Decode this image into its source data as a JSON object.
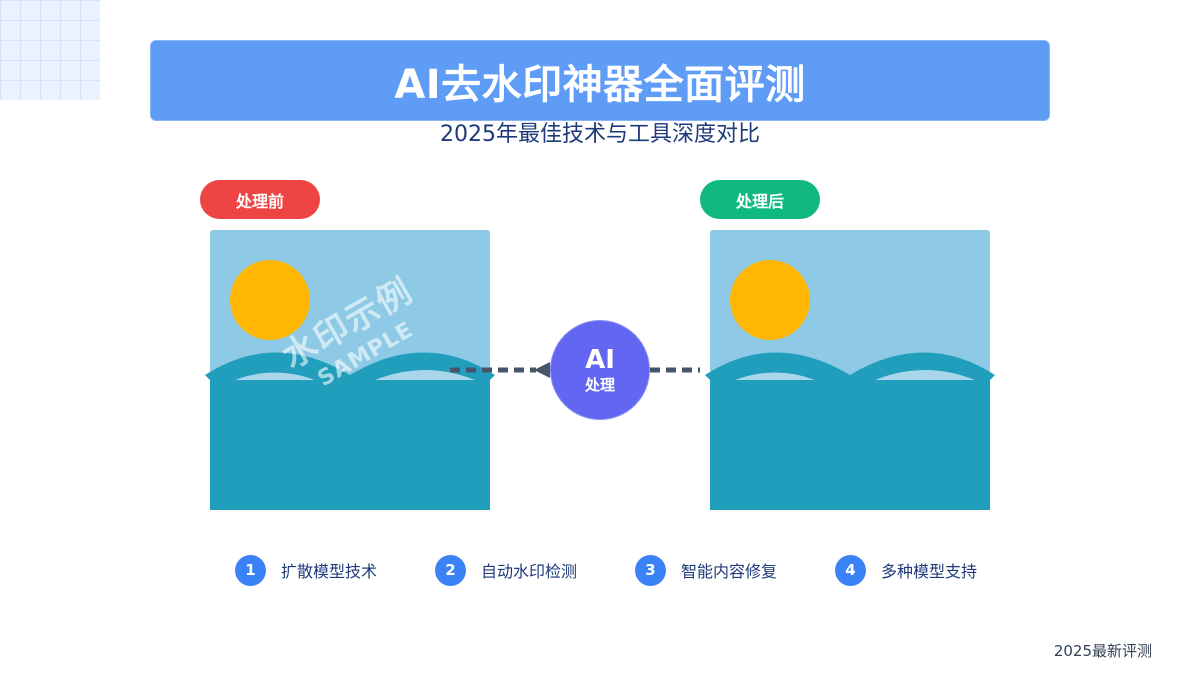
{
  "slide": {
    "title": "AI去水印神器全面评测",
    "subtitle": "2025年最佳技术与工具深度对比",
    "footer": "2025最新评测"
  },
  "comparison": {
    "before_label": "处理前",
    "after_label": "处理后",
    "watermark_cn": "水印示例",
    "watermark_en": "SAMPLE",
    "ai_label": "AI",
    "ai_sublabel": "处理"
  },
  "features": [
    {
      "num": "1",
      "label": "扩散模型技术"
    },
    {
      "num": "2",
      "label": "自动水印检测"
    },
    {
      "num": "3",
      "label": "智能内容修复"
    },
    {
      "num": "4",
      "label": "多种模型支持"
    }
  ],
  "colors": {
    "banner": "#5f9cf6",
    "before_badge": "#ef4444",
    "after_badge": "#10b981",
    "ai_circle": "#6366f1",
    "feature_number": "#3b82f6",
    "sky": "#8ecae6",
    "sun": "#ffb703",
    "sea": "#219ebc",
    "text_dark": "#1e3a7a"
  },
  "icons": {
    "before_image": "landscape-illustration",
    "after_image": "landscape-illustration",
    "arrow": "dashed-arrow-left"
  }
}
